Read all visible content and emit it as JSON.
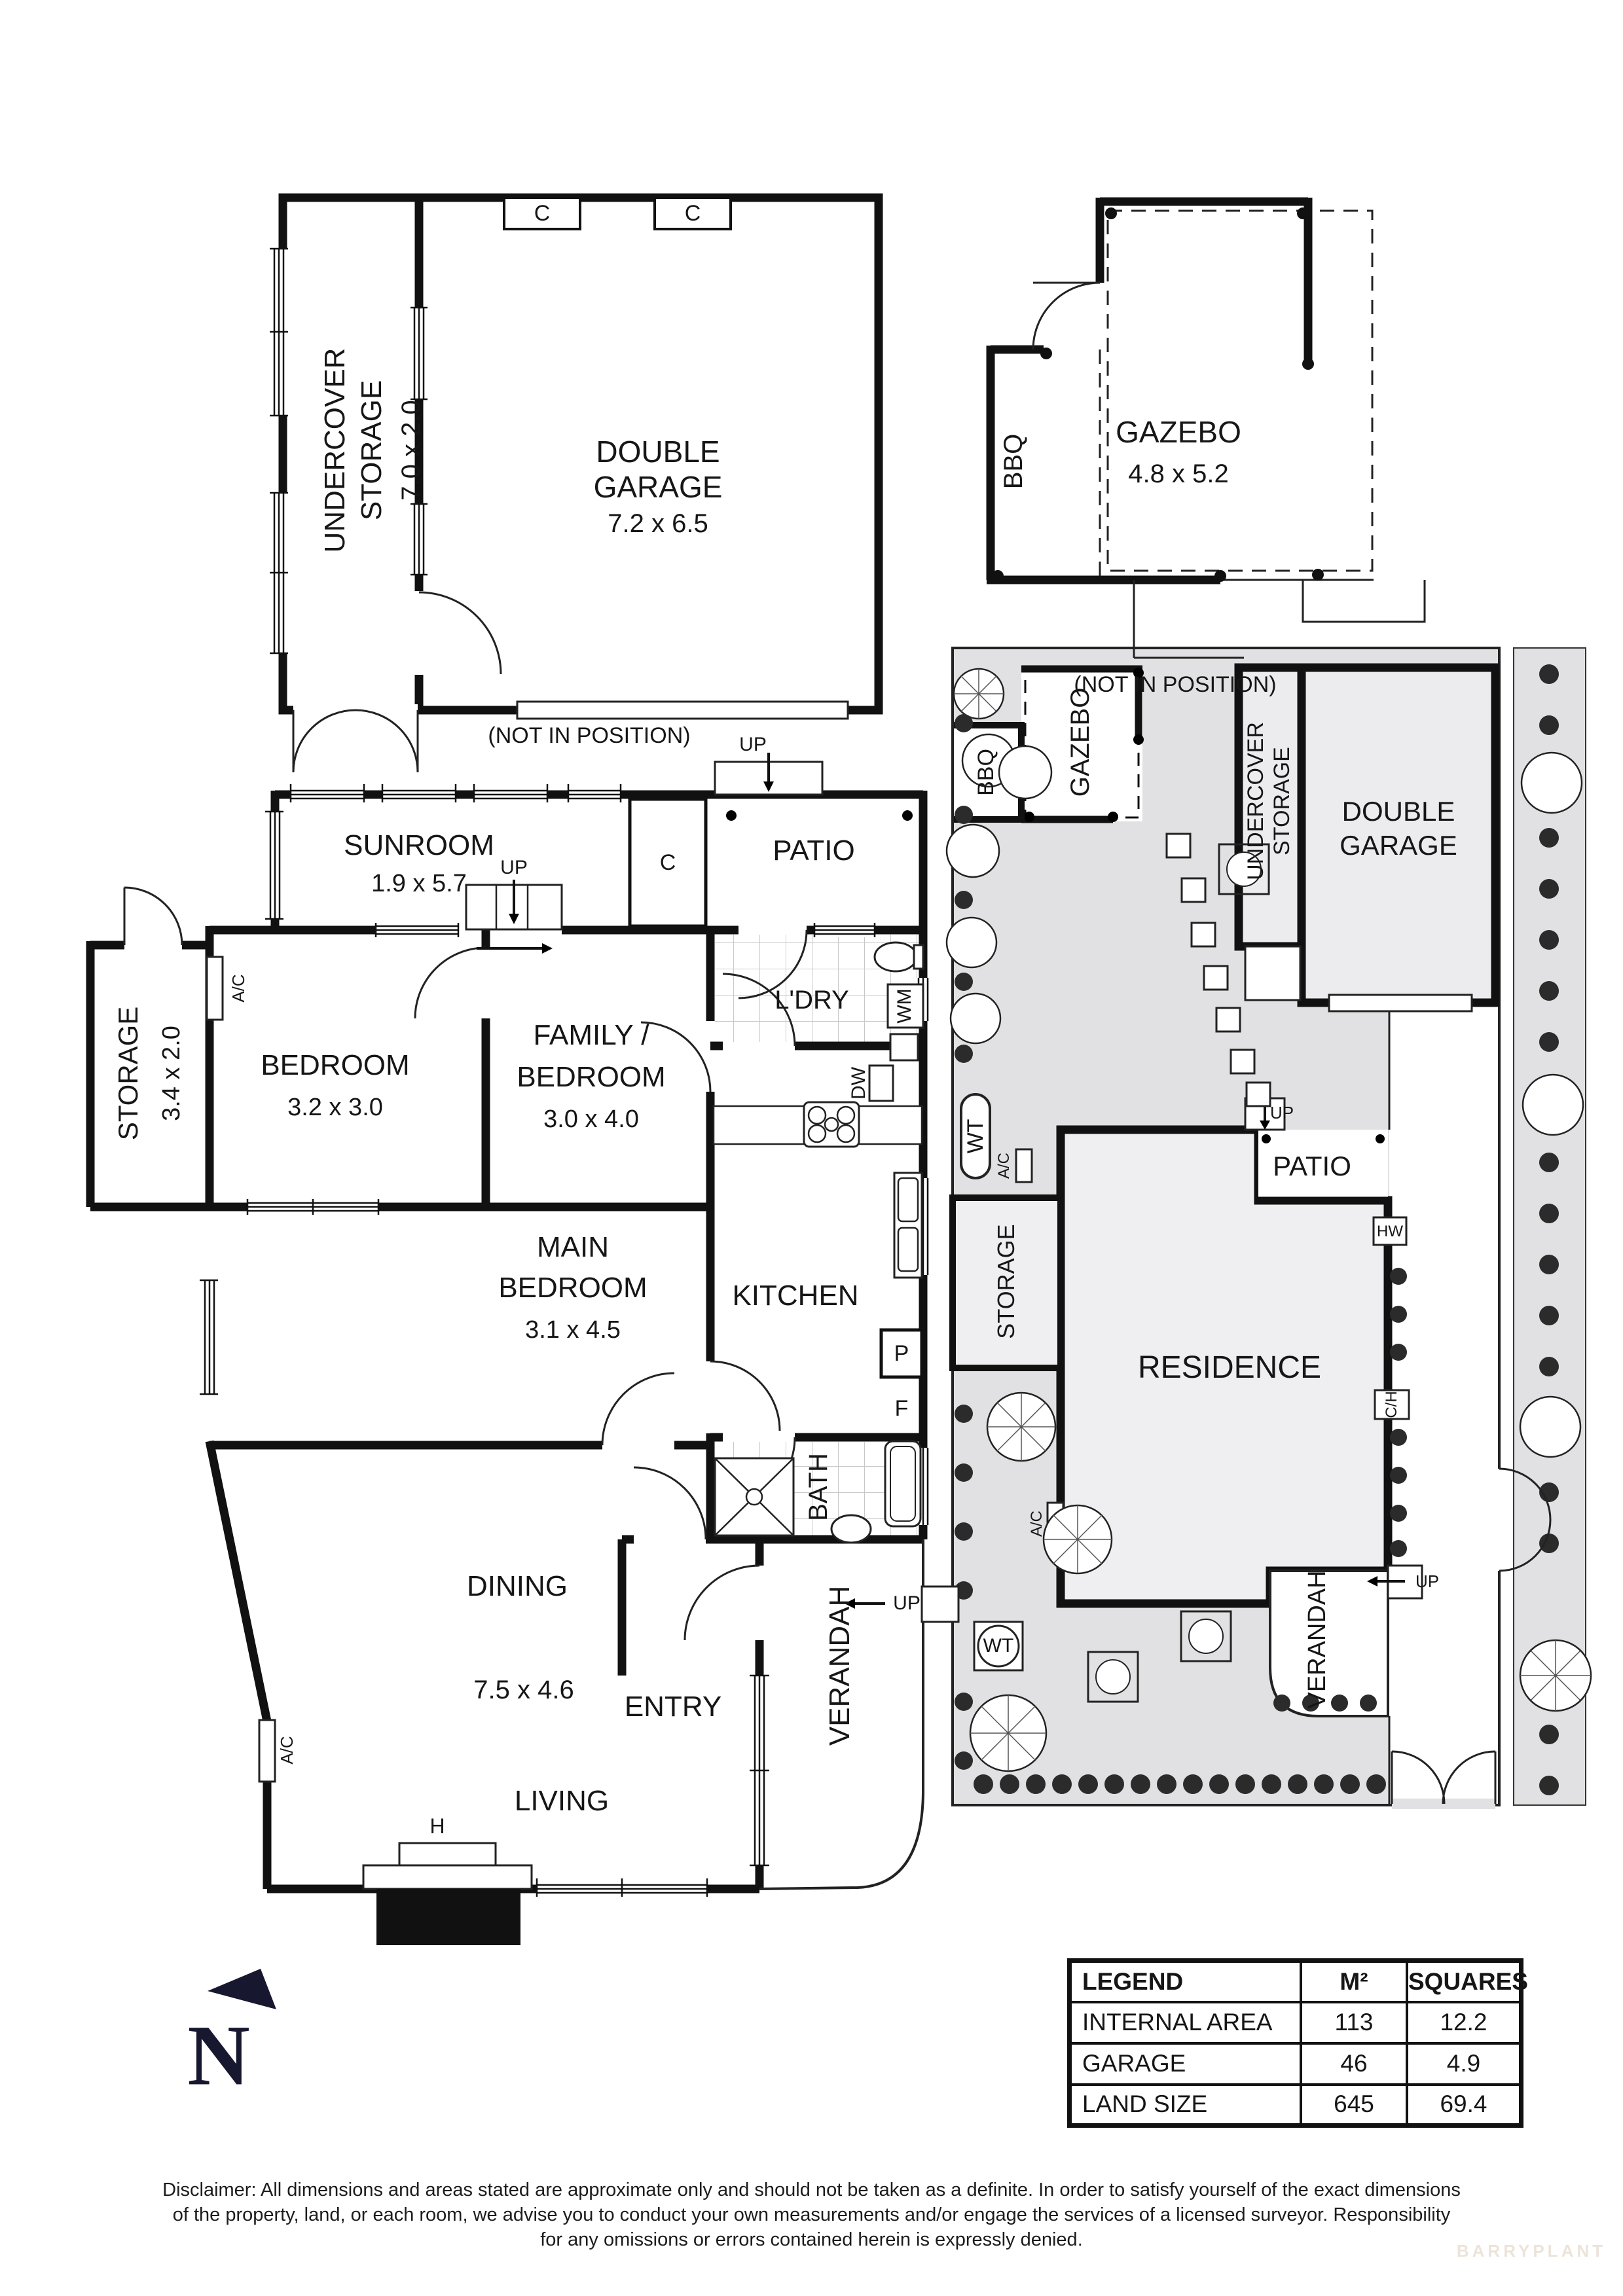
{
  "garage": {
    "c1": "C",
    "c2": "C",
    "undercover1": "UNDERCOVER",
    "undercover2": "STORAGE",
    "undercover_dims": "7.0 x 2.0",
    "line1": "DOUBLE",
    "line2": "GARAGE",
    "dims": "7.2 x 6.5",
    "note": "(NOT IN POSITION)"
  },
  "gazebo": {
    "bbq": "BBQ",
    "name": "GAZEBO",
    "dims": "4.8 x 5.2",
    "note": "(NOT IN POSITION)"
  },
  "plan": {
    "up_patio": "UP",
    "patio": "PATIO",
    "cupboard": "C",
    "sunroom": "SUNROOM",
    "sunroom_dims": "1.9 x 5.7",
    "up_stairs": "UP",
    "ac1": "A/C",
    "storage": "STORAGE",
    "storage_dims": "3.4 x 2.0",
    "bedroom": "BEDROOM",
    "bedroom_dims": "3.2 x 3.0",
    "family1": "FAMILY /",
    "family2": "BEDROOM",
    "family_dims": "3.0 x 4.0",
    "ldry": "L'DRY",
    "wm": "WM",
    "dw": "DW",
    "main1": "MAIN",
    "main2": "BEDROOM",
    "main_dims": "3.1 x 4.5",
    "kitchen": "KITCHEN",
    "pantry": "P",
    "fridge": "F",
    "dining": "DINING",
    "living_dims": "7.5 x 4.6",
    "bath": "BATH",
    "entry": "ENTRY",
    "living": "LIVING",
    "heater": "H",
    "ac2": "A/C",
    "verandah": "VERANDAH",
    "up_verandah": "UP"
  },
  "site": {
    "bbq": "BBQ",
    "gazebo": "GAZEBO",
    "uc1": "UNDERCOVER",
    "uc2": "STORAGE",
    "garage1": "DOUBLE",
    "garage2": "GARAGE",
    "wt1": "WT",
    "ac1": "A/C",
    "storage": "STORAGE",
    "up_patio": "UP",
    "patio": "PATIO",
    "hw": "HW",
    "residence": "RESIDENCE",
    "ch": "C/H",
    "ac2": "A/C",
    "wt2": "WT",
    "verandah": "VERANDAH",
    "up_verandah": "UP"
  },
  "legend": {
    "col1": "LEGEND",
    "col2": "M²",
    "col3": "SQUARES",
    "rows": [
      {
        "label": "INTERNAL AREA",
        "m2": "113",
        "sq": "12.2"
      },
      {
        "label": "GARAGE",
        "m2": "46",
        "sq": "4.9"
      },
      {
        "label": "LAND SIZE",
        "m2": "645",
        "sq": "69.4"
      }
    ]
  },
  "north": "N",
  "disclaimer": [
    "Disclaimer: All dimensions and areas stated are approximate only and should not be taken as a definite. In order to satisfy yourself of the exact dimensions",
    "of the property, land, or each room, we advise you to conduct your own measurements and/or engage the services of a licensed surveyor. Responsibility",
    "for any omissions or errors contained herein is expressly denied."
  ],
  "watermark": "BARRYPLANT"
}
